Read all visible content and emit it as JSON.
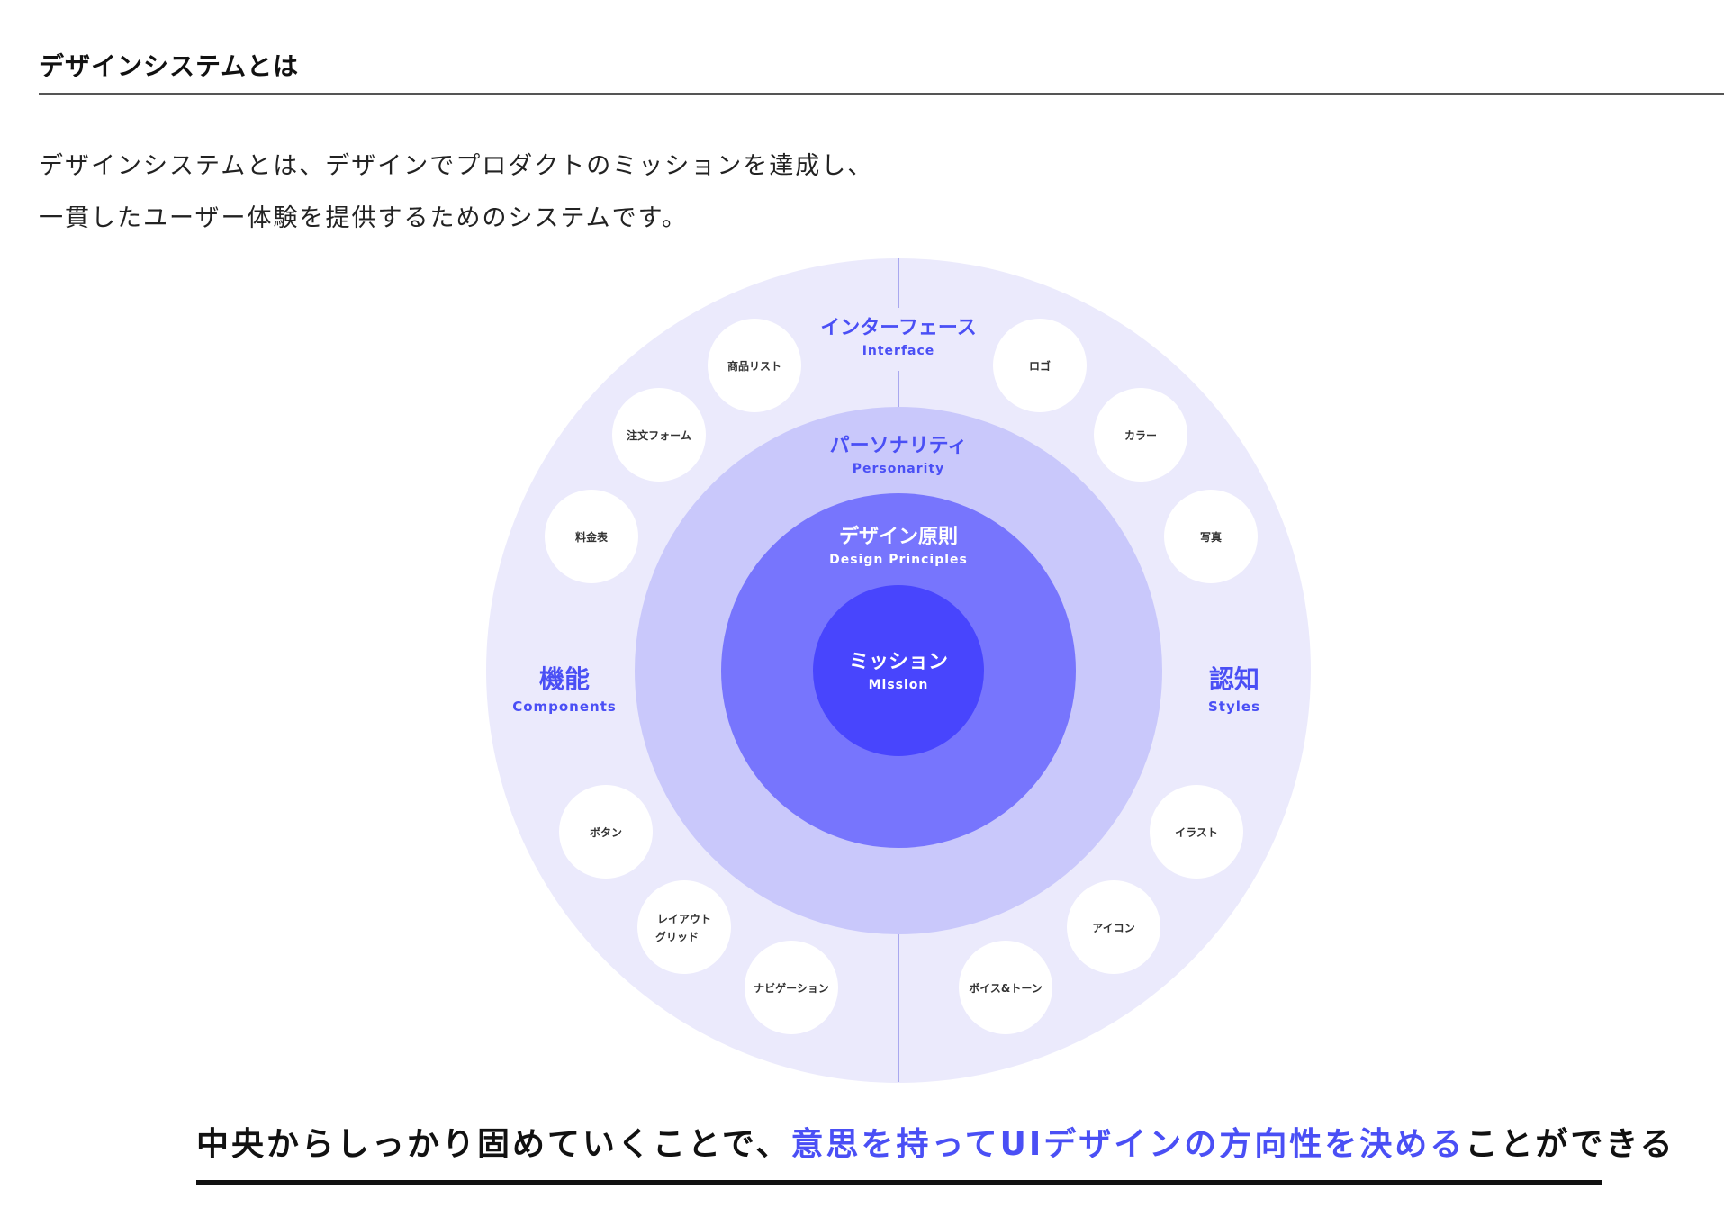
{
  "heading": "デザインシステムとは",
  "intro": {
    "line1": "デザインシステムとは、デザインでプロダクトのミッションを達成し、",
    "line2": "一貫したユーザー体験を提供するためのシステムです。"
  },
  "diagram": {
    "colors": {
      "outer_ring": "#ebeafc",
      "personality_ring": "#c9c8fb",
      "principles_ring": "#7775fd",
      "mission_core": "#4845fd",
      "accent_text": "#4a4ff5",
      "divider": "#a9a8ef",
      "bubble": "#ffffff"
    },
    "interface": {
      "title": "インターフェース",
      "subtitle": "Interface"
    },
    "personality": {
      "title": "パーソナリティ",
      "subtitle": "Personarity"
    },
    "principles": {
      "title": "デザイン原則",
      "subtitle": "Design Principles"
    },
    "mission": {
      "title": "ミッション",
      "subtitle": "Mission"
    },
    "components": {
      "title": "機能",
      "subtitle": "Components"
    },
    "styles": {
      "title": "認知",
      "subtitle": "Styles"
    },
    "component_items": [
      "商品リスト",
      "注文フォーム",
      "料金表",
      "ボタン",
      "レイアウト",
      "グリッド",
      "ナビゲーション"
    ],
    "style_items": [
      "ロゴ",
      "カラー",
      "写真",
      "イラスト",
      "アイコン",
      "ボイス&トーン"
    ]
  },
  "tagline": {
    "before": "中央からしっかり固めていくことで、",
    "accent": "意思を持ってUIデザインの方向性を決める",
    "after": "ことができる"
  }
}
